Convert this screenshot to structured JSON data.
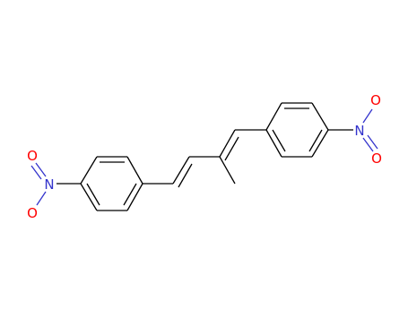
{
  "diagram": {
    "type": "structural-formula",
    "colors": {
      "bond": "#000000",
      "nitrogen": "#3333cc",
      "oxygen": "#ff0000",
      "background": "#ffffff"
    },
    "atoms": {
      "left_nitro": {
        "n": "N",
        "o_top": "O",
        "o_bottom": "O"
      },
      "right_nitro": {
        "n": "N",
        "o_top": "O",
        "o_bottom": "O"
      }
    }
  }
}
